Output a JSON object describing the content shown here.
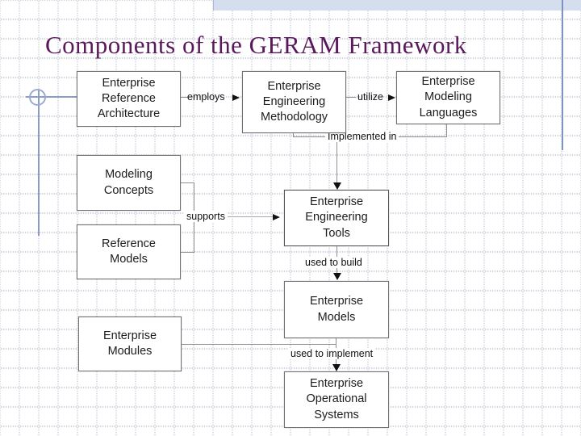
{
  "slide": {
    "title": "Components of the GERAM Framework"
  },
  "colors": {
    "title_text": "#5a195a",
    "accent_band": "#d4deee",
    "accent_line": "#8b9cc6",
    "grid_dots": "#cdd2de",
    "box_border": "#717171",
    "connector_line": "#8f8f8f",
    "arrowhead": "#111111"
  },
  "diagram": {
    "boxes": [
      {
        "id": "enterprise-reference-architecture",
        "label": "Enterprise\nReference\nArchitecture"
      },
      {
        "id": "enterprise-engineering-methodology",
        "label": "Enterprise\nEngineering\nMethodology"
      },
      {
        "id": "enterprise-modeling-languages",
        "label": "Enterprise\nModeling\nLanguages"
      },
      {
        "id": "modeling-concepts",
        "label": "Modeling\nConcepts"
      },
      {
        "id": "reference-models",
        "label": "Reference\nModels"
      },
      {
        "id": "enterprise-engineering-tools",
        "label": "Enterprise\nEngineering\nTools"
      },
      {
        "id": "enterprise-models",
        "label": "Enterprise\nModels"
      },
      {
        "id": "enterprise-modules",
        "label": "Enterprise\nModules"
      },
      {
        "id": "enterprise-operational-systems",
        "label": "Enterprise\nOperational\nSystems"
      }
    ],
    "edge_labels": {
      "employs": "employs",
      "utilize": "utilize",
      "implemented_in": "Implemented in",
      "supports": "supports",
      "used_to_build": "used to build",
      "used_to_implement": "used to implement"
    }
  }
}
